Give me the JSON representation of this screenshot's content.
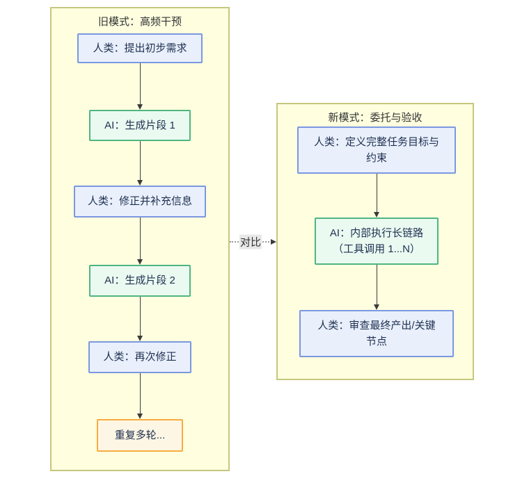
{
  "diagram": {
    "type": "flowchart",
    "old_mode": {
      "title": "旧模式：高频干预",
      "nodes": [
        {
          "id": "A",
          "type": "human",
          "label": "人类：提出初步需求"
        },
        {
          "id": "B",
          "type": "ai",
          "label": "AI：生成片段 1"
        },
        {
          "id": "C",
          "type": "human",
          "label": "人类：修正并补充信息"
        },
        {
          "id": "D",
          "type": "ai",
          "label": "AI：生成片段 2"
        },
        {
          "id": "E",
          "type": "human",
          "label": "人类：再次修正"
        },
        {
          "id": "F",
          "type": "loop",
          "label": "重复多轮..."
        }
      ],
      "edges": [
        "A→B",
        "B→C",
        "C→D",
        "D→E",
        "E→F"
      ]
    },
    "new_mode": {
      "title": "新模式：委托与验收",
      "nodes": [
        {
          "id": "G",
          "type": "human",
          "label": "人类：定义完整任务目标与\n约束"
        },
        {
          "id": "H",
          "type": "ai",
          "label": "AI：内部执行长链路\n（工具调用 1...N）"
        },
        {
          "id": "I",
          "type": "human",
          "label": "人类：审查最终产出/关键\n节点"
        }
      ],
      "edges": [
        "G→H",
        "H→I"
      ]
    },
    "compare_edge": {
      "label": "对比",
      "style": "dotted",
      "from": "old_mode",
      "to": "new_mode"
    },
    "colors": {
      "container_fill": "#ffffe0",
      "container_border": "#c6c67e",
      "human_fill": "#e9f0fc",
      "human_border": "#7b97e0",
      "ai_fill": "#eafaf1",
      "ai_border": "#4fb580",
      "loop_fill": "#fdf6e4",
      "loop_border": "#f8ab3f",
      "arrow": "#3b3b3b",
      "node_text": "#1f3050",
      "compare_label_bg": "#e8e8e8"
    }
  }
}
